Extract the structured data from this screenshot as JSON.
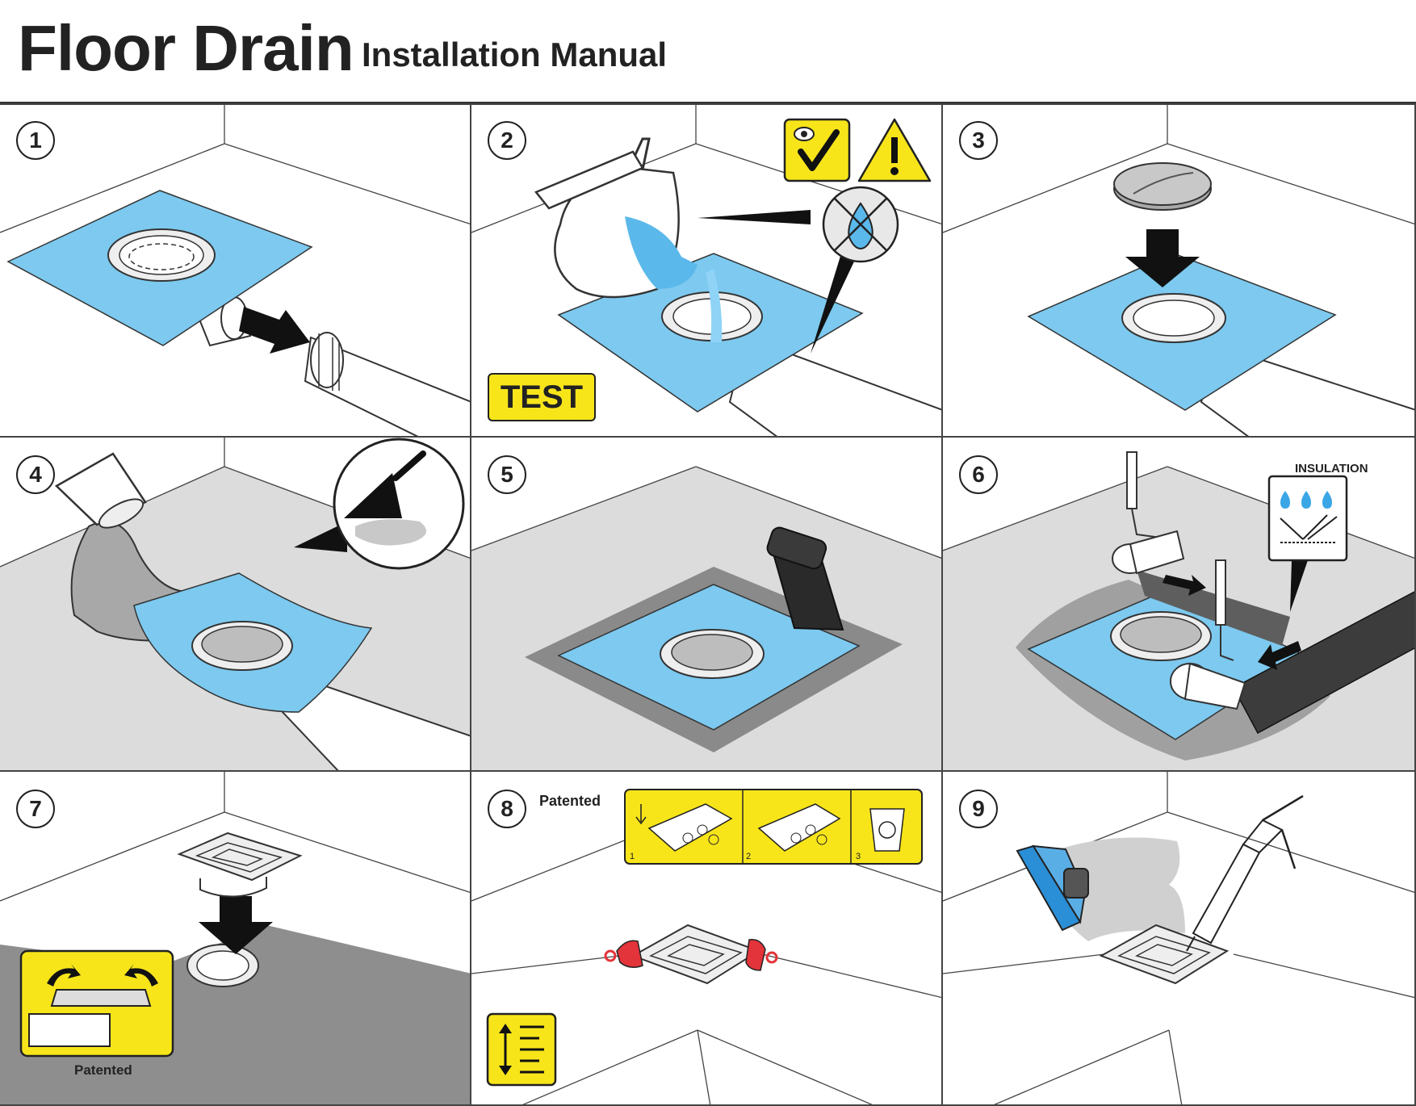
{
  "header": {
    "title": "Floor Drain",
    "subtitle": "Installation Manual"
  },
  "steps": [
    {
      "number": "1"
    },
    {
      "number": "2",
      "badge": "TEST"
    },
    {
      "number": "3"
    },
    {
      "number": "4"
    },
    {
      "number": "5"
    },
    {
      "number": "6",
      "label": "INSULATION"
    },
    {
      "number": "7",
      "label": "Patented"
    },
    {
      "number": "8",
      "label": "Patented",
      "sublabels": [
        "1",
        "2",
        "3"
      ]
    },
    {
      "number": "9"
    }
  ],
  "colors": {
    "membrane": "#7dc9ef",
    "yellow": "#f7e51a",
    "concrete": "#d9d9d9",
    "black": "#1a1a1a",
    "clip": "#e2343a",
    "float": "#2a8fd6"
  }
}
